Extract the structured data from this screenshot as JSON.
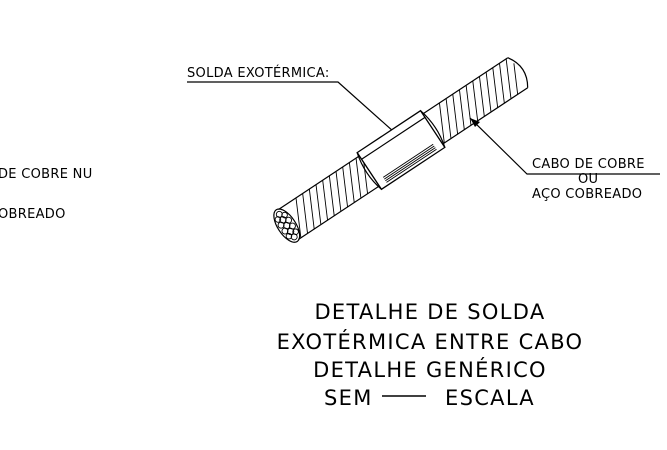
{
  "left_labels": {
    "line1": "DE COBRE NU",
    "line2": "OBREADO"
  },
  "weld_label": "SOLDA EXOTÉRMICA:",
  "cable_label": {
    "line1": "CABO DE COBRE",
    "line2": "OU",
    "line3": "AÇO COBREADO"
  },
  "title": {
    "line1": "DETALHE DE SOLDA",
    "line2": "EXOTÉRMICA ENTRE CABO",
    "line3": "DETALHE GENÉRICO",
    "line4_left": "SEM",
    "line4_right": "ESCALA"
  }
}
